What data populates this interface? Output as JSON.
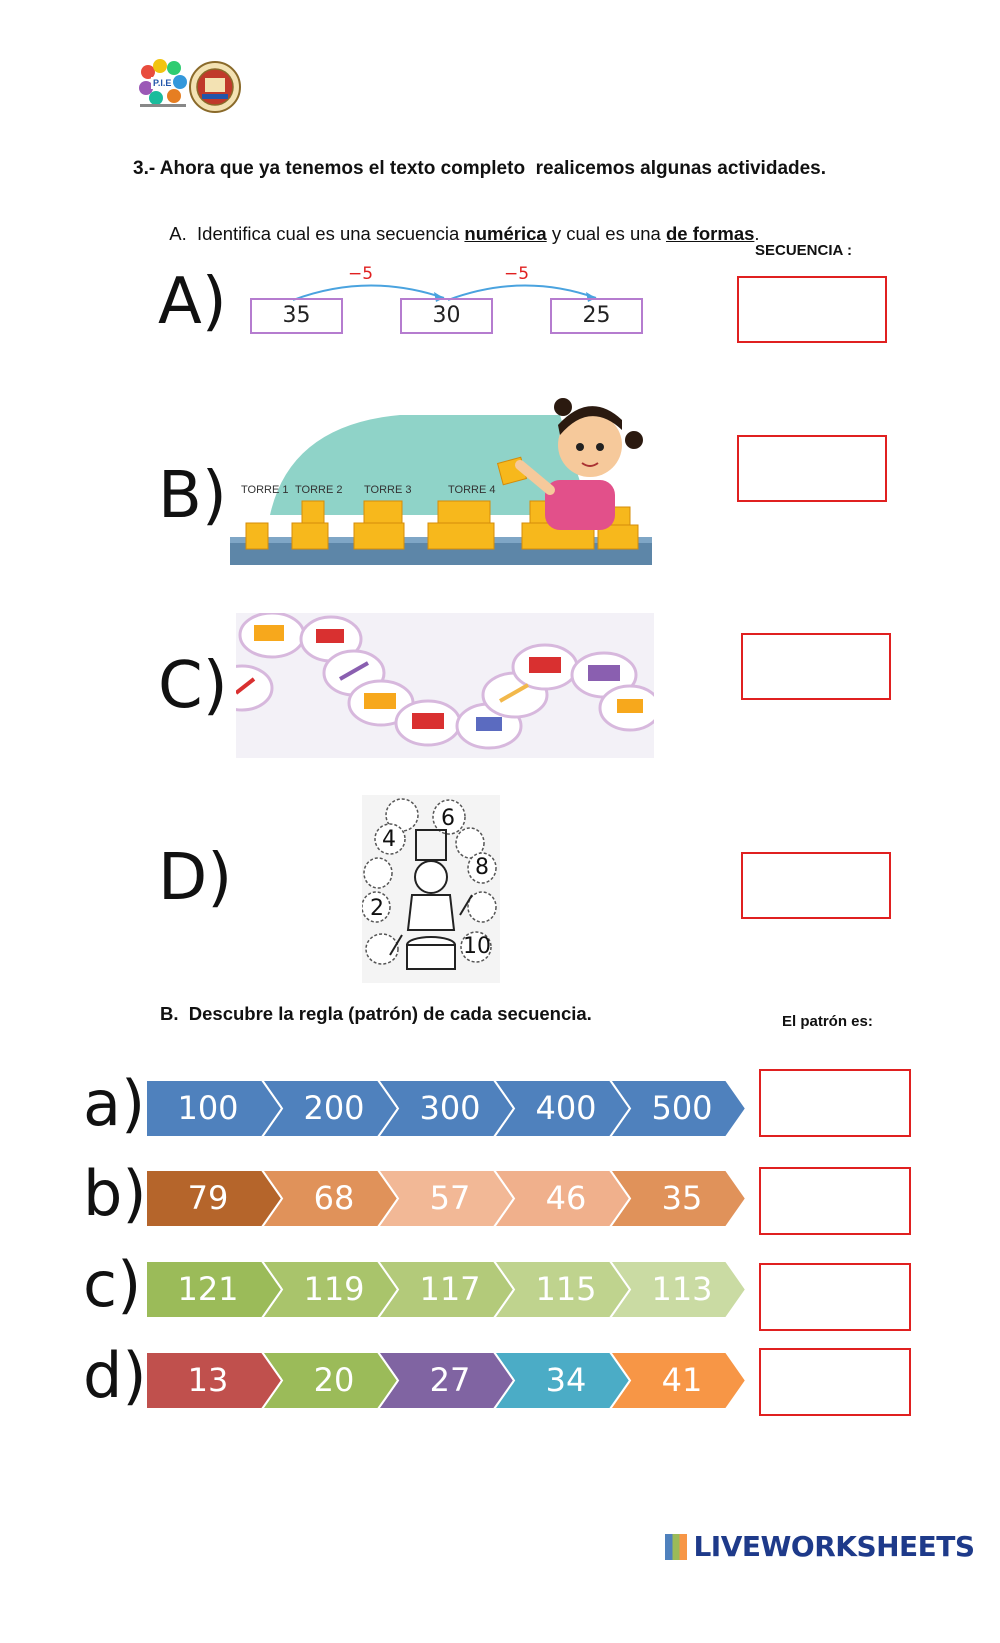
{
  "logo": {
    "pie_text": "P.I.E"
  },
  "heading": "3.- Ahora que ya tenemos el texto completo  realicemos algunas actividades.",
  "part_a": {
    "prefix": "A.  Identifica cual es una secuencia ",
    "word1": "numérica",
    "middle": " y cual es una ",
    "word2": "de formas",
    "suffix": ".",
    "column_label": "SECUENCIA :",
    "items": [
      {
        "letter": "A)"
      },
      {
        "letter": "B)"
      },
      {
        "letter": "C)"
      },
      {
        "letter": "D)"
      }
    ],
    "sequence_a": {
      "values": [
        "35",
        "30",
        "25"
      ],
      "steps": [
        "−5",
        "−5"
      ]
    },
    "towers": [
      "TORRE 1",
      "TORRE 2",
      "TORRE 3",
      "TORRE 4"
    ],
    "drummer_numbers": [
      "4",
      "6",
      "8",
      "2",
      "10"
    ]
  },
  "part_b": {
    "heading": "B.  Descubre la regla (patrón) de cada secuencia.",
    "column_label": "El patrón es:",
    "rows": [
      {
        "letter": "a)",
        "values": [
          "100",
          "200",
          "300",
          "400",
          "500"
        ],
        "colors": [
          "#4f81bd",
          "#4f81bd",
          "#4f81bd",
          "#4f81bd",
          "#4f81bd"
        ]
      },
      {
        "letter": "b)",
        "values": [
          "79",
          "68",
          "57",
          "46",
          "35"
        ],
        "colors": [
          "#b5652b",
          "#e0925a",
          "#f2b896",
          "#f0b08c",
          "#e0925a"
        ]
      },
      {
        "letter": "c)",
        "values": [
          "121",
          "119",
          "117",
          "115",
          "113"
        ],
        "colors": [
          "#9bbb59",
          "#a9c46b",
          "#b3ca7a",
          "#bfd38e",
          "#cadba3"
        ]
      },
      {
        "letter": "d)",
        "values": [
          "13",
          "20",
          "27",
          "34",
          "41"
        ],
        "colors": [
          "#c0504d",
          "#9bbb59",
          "#8064a2",
          "#4bacc6",
          "#f79646"
        ]
      }
    ]
  },
  "brand": "LIVEWORKSHEETS"
}
